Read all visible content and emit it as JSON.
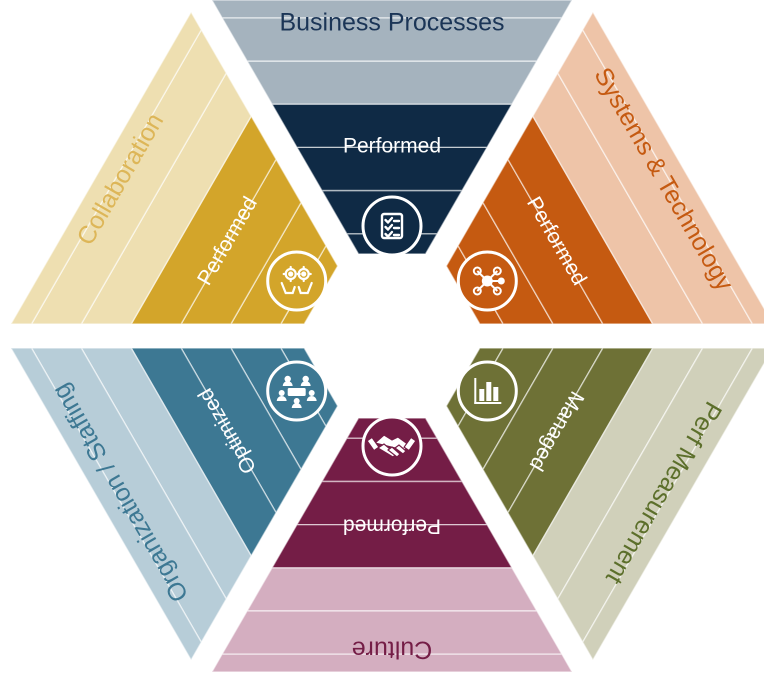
{
  "segments": [
    {
      "id": "business-processes",
      "label": "Business Processes",
      "level": "Performed",
      "icon": "checklist-icon",
      "colors": {
        "light": "#a5b3be",
        "dark": "#0f2a45",
        "label": "#1b3556"
      }
    },
    {
      "id": "systems-technology",
      "label": "Systems & Technology",
      "level": "Performed",
      "icon": "network-hub-icon",
      "colors": {
        "light": "#eec4a8",
        "dark": "#c55a11",
        "label": "#c55a11"
      }
    },
    {
      "id": "perf-measurement",
      "label": "Perf Measurement",
      "level": "Managed",
      "icon": "bar-chart-icon",
      "colors": {
        "light": "#d0d0ba",
        "dark": "#6e7136",
        "label": "#5c6f2b"
      }
    },
    {
      "id": "culture",
      "label": "Culture",
      "level": "Performed",
      "icon": "handshake-icon",
      "colors": {
        "light": "#d4aec0",
        "dark": "#741d46",
        "label": "#741d46"
      }
    },
    {
      "id": "organization-staffing",
      "label": "Organization / Staffing",
      "level": "Optimized",
      "icon": "team-meeting-icon",
      "colors": {
        "light": "#b7cdd8",
        "dark": "#3d7893",
        "label": "#3d7893"
      }
    },
    {
      "id": "collaboration",
      "label": "Collaboration",
      "level": "Performed",
      "icon": "gears-hands-icon",
      "colors": {
        "light": "#eedfb1",
        "dark": "#d3a52a",
        "label": "#ddb658"
      }
    }
  ]
}
